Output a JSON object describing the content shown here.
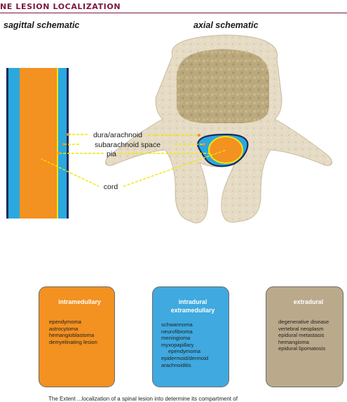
{
  "header": {
    "title": "NE LESION LOCALIZATION"
  },
  "views": {
    "sagittal": "sagittal schematic",
    "axial": "axial schematic"
  },
  "labels": {
    "dura": "dura/arachnoid",
    "subarachnoid": "subarachnoid space",
    "pia": "pia",
    "cord": "cord"
  },
  "colors": {
    "cord": "#f39121",
    "csf": "#2aa8e0",
    "pia_line": "#f2e600",
    "dura_dark": "#1e2a5a",
    "bone": "#e6dcc5",
    "vertebral_body": "#bba97e",
    "leader": "#f2e600",
    "intramedullary": "#f39121",
    "intradural_extramedullary": "#3fa9e0",
    "extradural": "#bba98b"
  },
  "categories": {
    "intramedullary": {
      "title": "intramedullary",
      "items": [
        "ependymoma",
        "astrocytoma",
        "hemangioblastoma",
        "demyelinating lesion"
      ]
    },
    "intradural": {
      "title": "intradural extramedullary",
      "items": [
        "schwannoma",
        "neurofibroma",
        "meningioma",
        "myxopapillary",
        "ependymoma",
        "epidermoid/dermoid",
        "arachnoiditis"
      ]
    },
    "extradural": {
      "title": "extradural",
      "items": [
        "degenerative disease",
        "vertebral neoplasm",
        "epidural metastasis",
        "hemangioma",
        "epidural lipomatosis"
      ]
    }
  },
  "caption": "The Extent ...localization of a spinal lesion into determine its compartment of"
}
